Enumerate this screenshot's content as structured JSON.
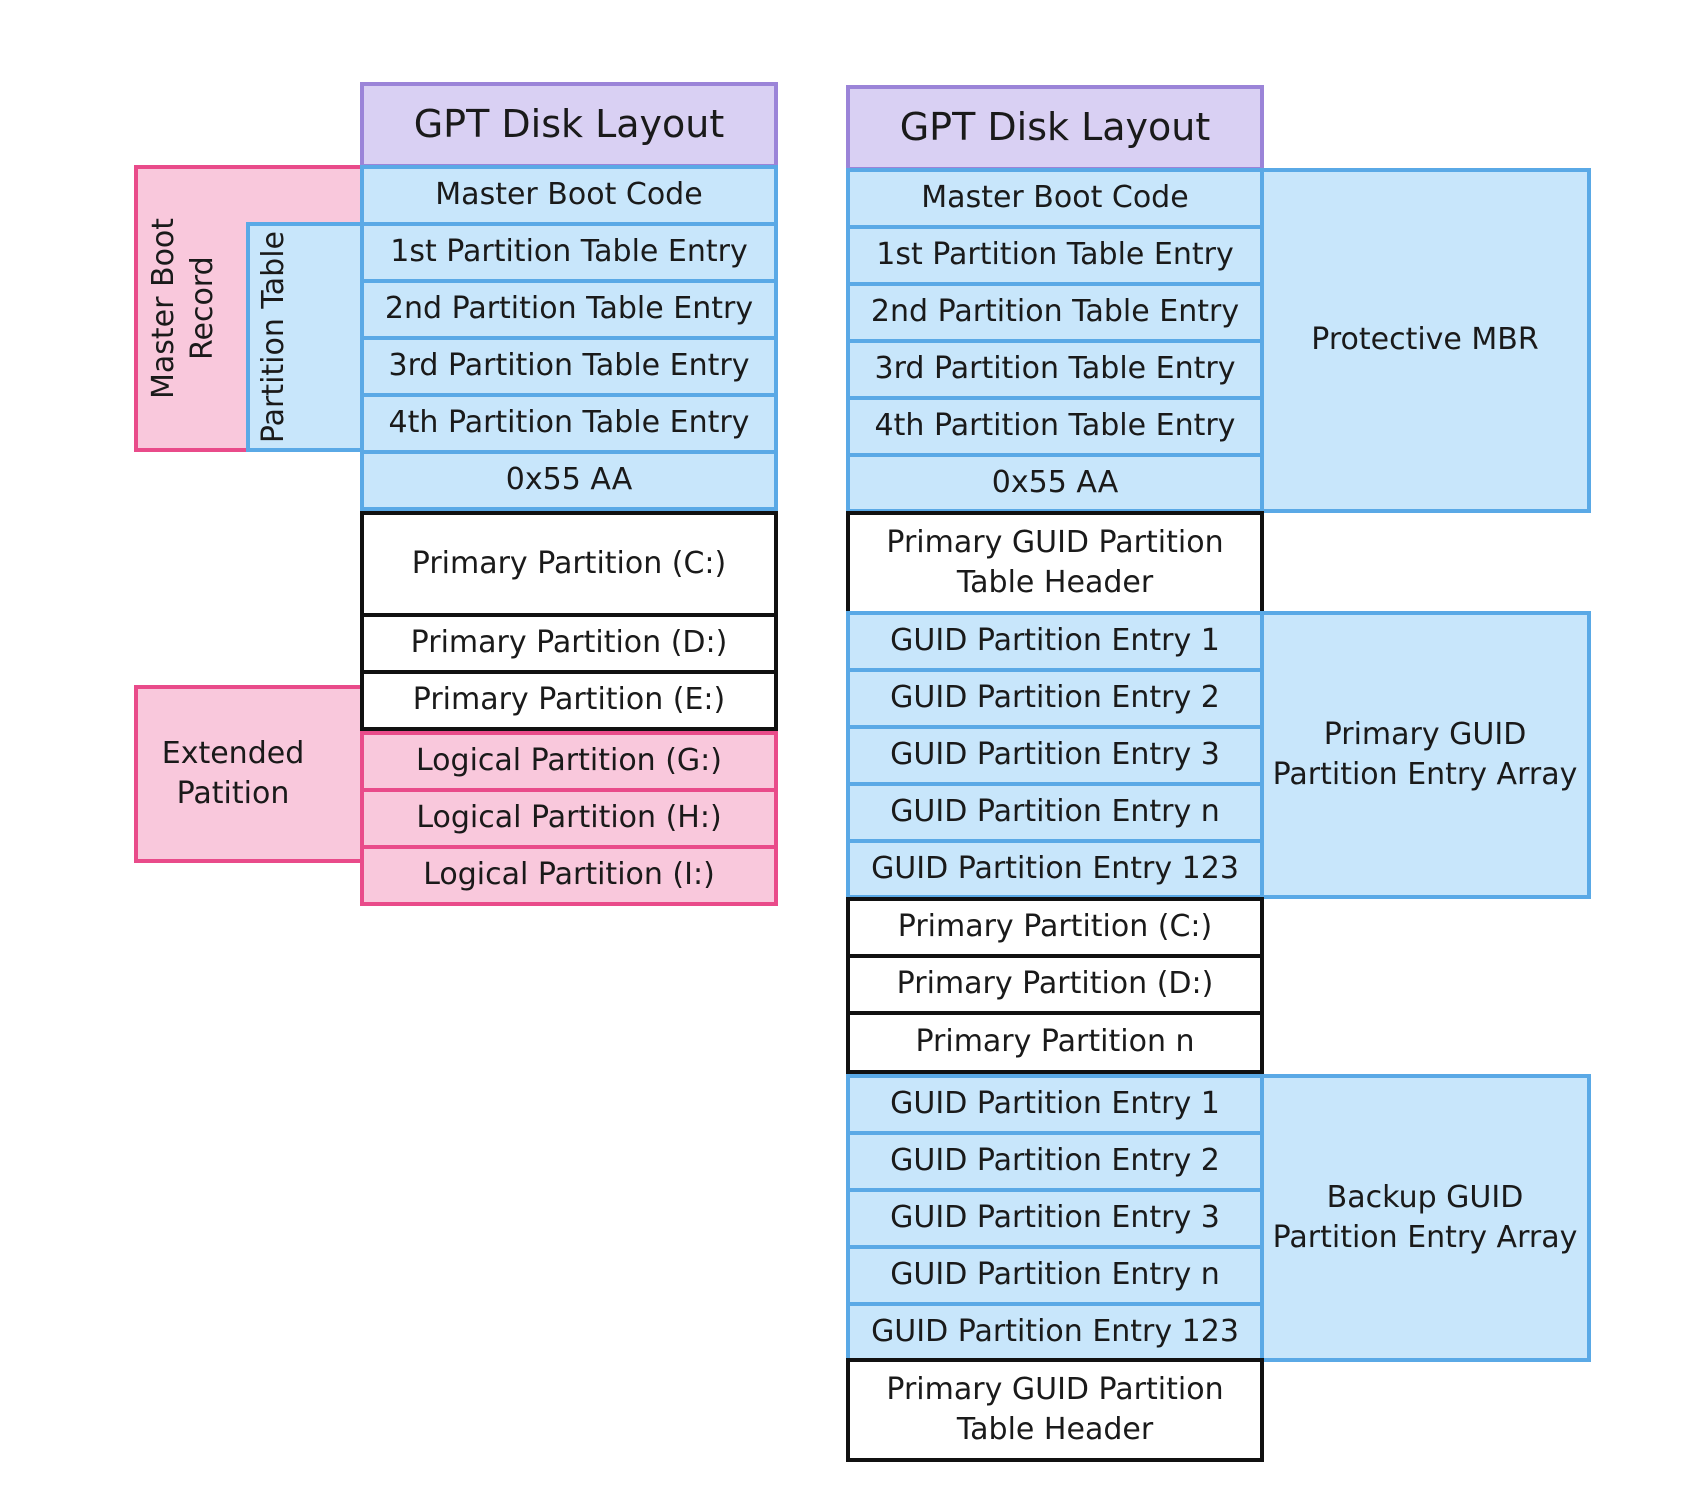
{
  "mbr_layout": {
    "title": "GPT Disk Layout",
    "master_boot_record_label": "Master Boot Record",
    "partition_table_label": "Partition Table",
    "extended_partition_label": "Extended Patition",
    "rows": {
      "master_boot_code": "Master Boot Code",
      "entry1": "1st Partition Table Entry",
      "entry2": "2nd Partition Table Entry",
      "entry3": "3rd Partition Table Entry",
      "entry4": "4th Partition Table Entry",
      "signature": "0x55 AA",
      "primary_c": "Primary Partition (C:)",
      "primary_d": "Primary Partition (D:)",
      "primary_e": "Primary Partition (E:)",
      "logical_g": "Logical Partition (G:)",
      "logical_h": "Logical Partition (H:)",
      "logical_i": "Logical Partition (I:)"
    }
  },
  "gpt_layout": {
    "title": "GPT Disk Layout",
    "protective_mbr_label": "Protective MBR",
    "primary_array_label": "Primary GUID Partition Entry Array",
    "backup_array_label": "Backup GUID Partition Entry Array",
    "rows": {
      "master_boot_code": "Master Boot Code",
      "entry1": "1st Partition Table Entry",
      "entry2": "2nd Partition Table Entry",
      "entry3": "3rd Partition Table Entry",
      "entry4": "4th Partition Table Entry",
      "signature": "0x55 AA",
      "primary_header": "Primary GUID Partition Table Header",
      "guid_entry_1": "GUID Partition Entry 1",
      "guid_entry_2": "GUID Partition Entry 2",
      "guid_entry_3": "GUID Partition Entry 3",
      "guid_entry_n": "GUID Partition Entry n",
      "guid_entry_123": "GUID Partition Entry 123",
      "primary_c": "Primary Partition (C:)",
      "primary_d": "Primary Partition (D:)",
      "primary_n": "Primary Partition n",
      "backup_guid_entry_1": "GUID Partition Entry 1",
      "backup_guid_entry_2": "GUID Partition Entry 2",
      "backup_guid_entry_3": "GUID Partition Entry 3",
      "backup_guid_entry_n": "GUID Partition Entry n",
      "backup_guid_entry_123": "GUID Partition Entry 123",
      "backup_header": "Primary GUID Partition Table Header"
    }
  }
}
